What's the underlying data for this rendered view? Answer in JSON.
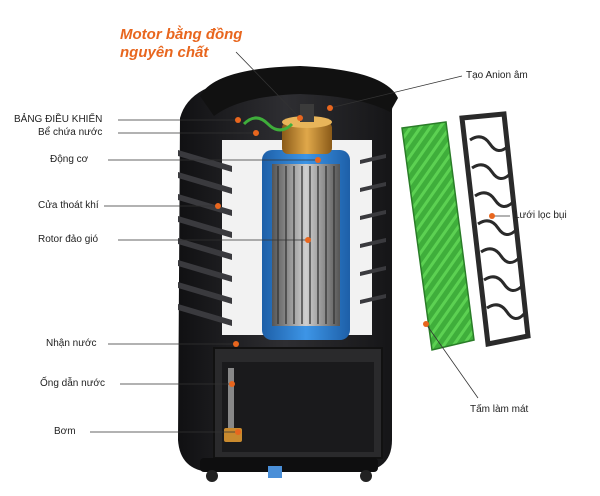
{
  "headline": {
    "line1": "Motor bằng đồng",
    "line2": "nguyên chất"
  },
  "labels": {
    "bang_dieu_khien": "BẢNG ĐIỀU KHIỂN",
    "be_chua_nuoc": "Bể chứa nước",
    "dong_co": "Động cơ",
    "cua_thoat_khi": "Cửa thoát khí",
    "rotor_dao_gio": "Rotor đảo gió",
    "nhan_nuoc": "Nhận nước",
    "ong_dan_nuoc": "Ống dẫn nước",
    "bom": "Bơm",
    "tao_anion_am": "Tạo Anion âm",
    "luoi_loc_bui": "Lưới lọc bụi",
    "tam_lam_mat": "Tấm làm mát"
  },
  "colors": {
    "headline": "#e8661e",
    "marker": "#e8661e",
    "body_dark": "#1c1c1e",
    "motor_blue": "#2a7fd4",
    "copper": "#c98a2e",
    "cooling_pad": "#3fae3b",
    "filter_frame": "#2a2a2a"
  }
}
